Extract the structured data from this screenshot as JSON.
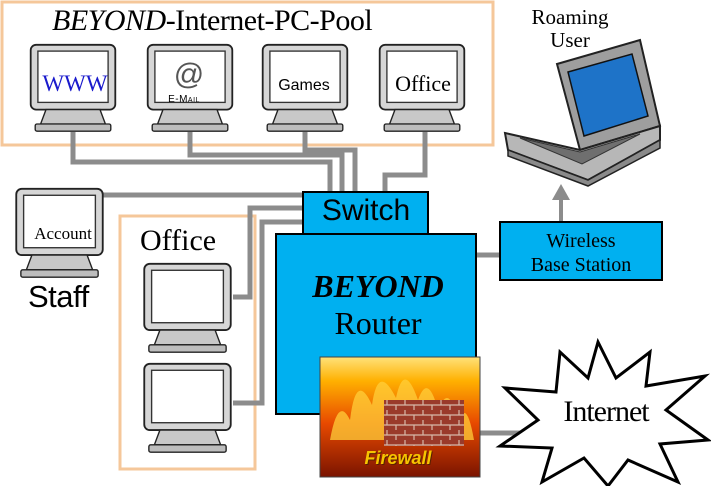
{
  "pool": {
    "title_italic": "BEYOND",
    "title_rest": "-Internet-PC-Pool"
  },
  "screens": {
    "www": "WWW",
    "email_symbol": "@",
    "email": "E-Mail",
    "games": "Games",
    "office": "Office",
    "account": "Account"
  },
  "office_group": {
    "title": "Office"
  },
  "staff": {
    "title": "Staff"
  },
  "roaming": {
    "line1": "Roaming",
    "line2": "User"
  },
  "switch": {
    "label": "Switch"
  },
  "router": {
    "line1": "BEYOND",
    "line2": "Router"
  },
  "firewall": {
    "label": "Firewall"
  },
  "wireless": {
    "line1": "Wireless",
    "line2": "Base Station"
  },
  "internet": {
    "label": "Internet"
  },
  "colors": {
    "device_blue": "#00b0f0",
    "group_border": "#f5c79a",
    "cable_gray": "#8c8c8c",
    "laptop_screen": "#1e73c8"
  }
}
